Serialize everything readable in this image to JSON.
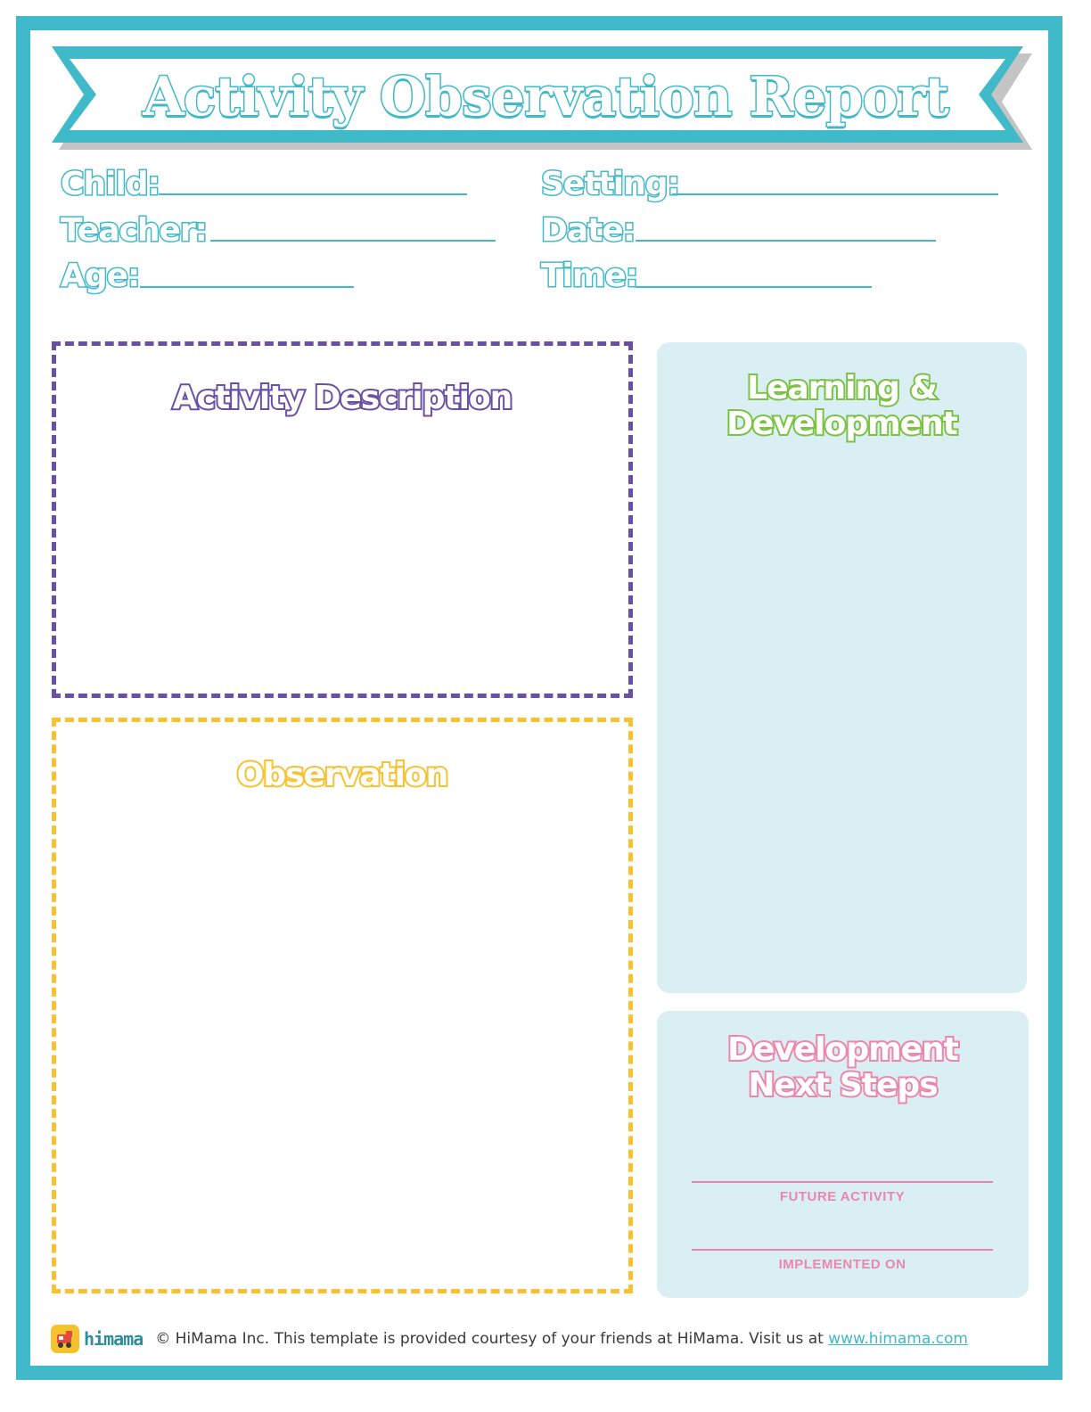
{
  "header": {
    "title": "Activity Observation Report"
  },
  "fields": {
    "child": "Child:",
    "teacher": "Teacher:",
    "age": "Age:",
    "setting": "Setting:",
    "date": "Date:",
    "time": "Time:"
  },
  "sections": {
    "activity_description": "Activity Description",
    "observation": "Observation",
    "learning_line1": "Learning &",
    "learning_line2": "Development",
    "next_line1": "Development",
    "next_line2": "Next Steps",
    "future_activity": "FUTURE ACTIVITY",
    "implemented_on": "IMPLEMENTED ON"
  },
  "footer": {
    "logo_text": "himama",
    "text": "© HiMama Inc. This template is provided courtesy of your friends at HiMama. Visit us at",
    "link": "www.himama.com"
  },
  "colors": {
    "teal": "#40b9c9",
    "purple": "#6b4fa4",
    "yellow": "#f7c12f",
    "green": "#7bc142",
    "pink": "#ec86ac",
    "panel": "#d9eff3"
  }
}
